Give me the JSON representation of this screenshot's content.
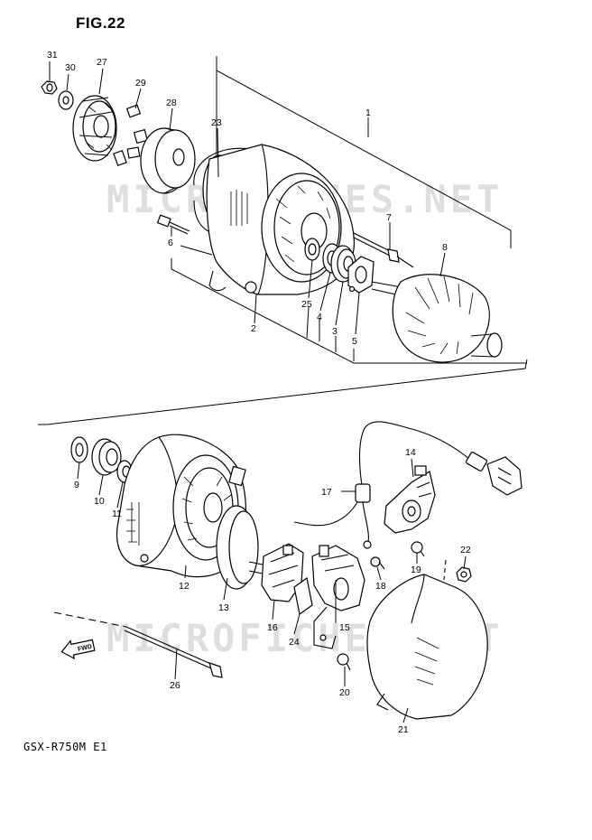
{
  "figure": {
    "title": "FIG.22",
    "model": "GSX-R750M E1",
    "fwd_label": "FWD"
  },
  "watermark": "MICROFICHES.NET",
  "labels": [
    "1",
    "2",
    "3",
    "4",
    "5",
    "6",
    "7",
    "8",
    "9",
    "10",
    "11",
    "12",
    "13",
    "14",
    "15",
    "16",
    "17",
    "18",
    "19",
    "20",
    "21",
    "22",
    "23",
    "24",
    "25",
    "26",
    "27",
    "28",
    "29",
    "30",
    "31"
  ],
  "icons": {
    "fwd_arrow": "fwd-arrow-icon"
  }
}
